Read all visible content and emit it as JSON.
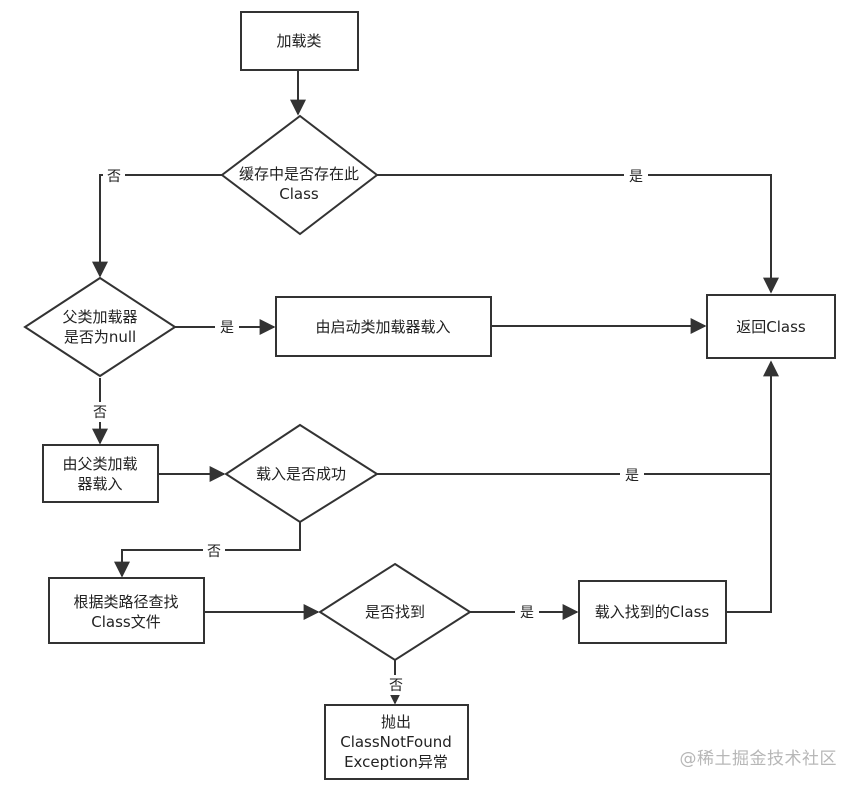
{
  "nodes": {
    "load_class": {
      "shape": "rect",
      "lines": [
        "加载类"
      ]
    },
    "cache_check": {
      "shape": "diamond",
      "lines": [
        "缓存中是否存在此",
        "Class"
      ]
    },
    "parent_null": {
      "shape": "diamond",
      "lines": [
        "父类加载器",
        "是否为null"
      ]
    },
    "bootstrap_load": {
      "shape": "rect",
      "lines": [
        "由启动类加载器载入"
      ]
    },
    "return_class": {
      "shape": "rect",
      "lines": [
        "返回Class"
      ]
    },
    "parent_load": {
      "shape": "rect",
      "lines": [
        "由父类加载",
        "器载入"
      ]
    },
    "load_success": {
      "shape": "diamond",
      "lines": [
        "载入是否成功"
      ]
    },
    "find_by_path": {
      "shape": "rect",
      "lines": [
        "根据类路径查找",
        "Class文件"
      ]
    },
    "found_check": {
      "shape": "diamond",
      "lines": [
        "是否找到"
      ]
    },
    "load_found": {
      "shape": "rect",
      "lines": [
        "载入找到的Class"
      ]
    },
    "throw_exception": {
      "shape": "rect",
      "lines": [
        "抛出",
        "ClassNotFound",
        "Exception异常"
      ]
    }
  },
  "edges": [
    {
      "id": "load-to-cache",
      "label": ""
    },
    {
      "id": "cache-no",
      "label": "否"
    },
    {
      "id": "cache-yes",
      "label": "是"
    },
    {
      "id": "null-yes",
      "label": "是"
    },
    {
      "id": "bootstrap-to-return",
      "label": ""
    },
    {
      "id": "null-no",
      "label": "否"
    },
    {
      "id": "parent-to-success",
      "label": ""
    },
    {
      "id": "success-yes",
      "label": "是"
    },
    {
      "id": "success-no",
      "label": "否"
    },
    {
      "id": "find-to-found",
      "label": ""
    },
    {
      "id": "found-yes",
      "label": "是"
    },
    {
      "id": "load-found-to-return",
      "label": ""
    },
    {
      "id": "found-no",
      "label": "否"
    }
  ],
  "watermark": "@稀土掘金技术社区",
  "colors": {
    "line": "#333333",
    "box_border": "#333333",
    "box_fill": "#ffffff",
    "text": "#222222",
    "watermark": "#b7b7b7"
  }
}
